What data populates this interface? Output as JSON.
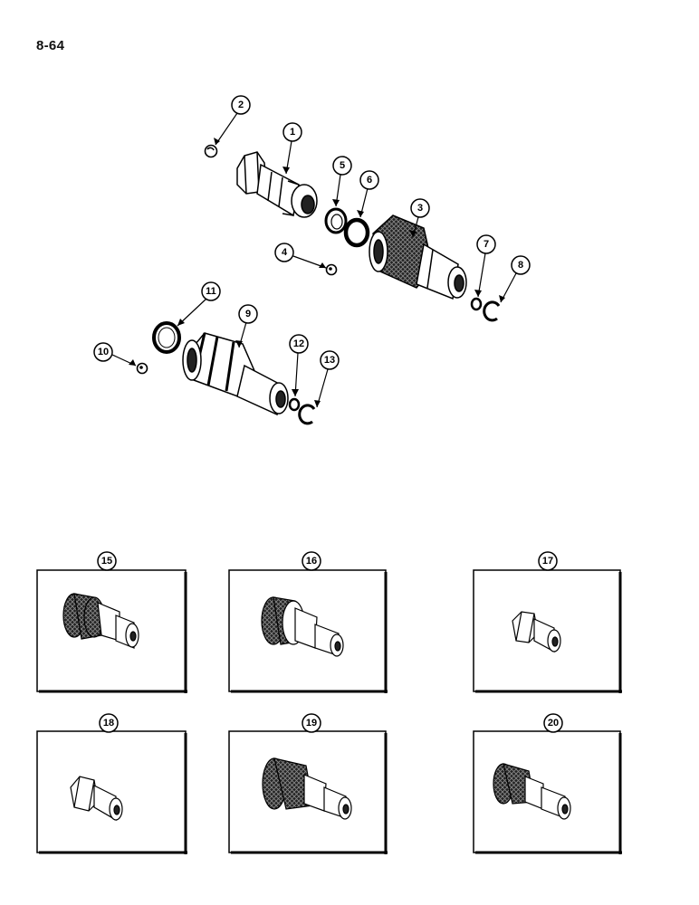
{
  "page": {
    "number": "8-64"
  },
  "callouts": {
    "c1": "1",
    "c2": "2",
    "c3": "3",
    "c4": "4",
    "c5": "5",
    "c6": "6",
    "c7": "7",
    "c8": "8",
    "c9": "9",
    "c10": "10",
    "c11": "11",
    "c12": "12",
    "c13": "13"
  },
  "panels": [
    {
      "label": "15"
    },
    {
      "label": "16"
    },
    {
      "label": "17"
    },
    {
      "label": "18"
    },
    {
      "label": "19"
    },
    {
      "label": "20"
    }
  ]
}
